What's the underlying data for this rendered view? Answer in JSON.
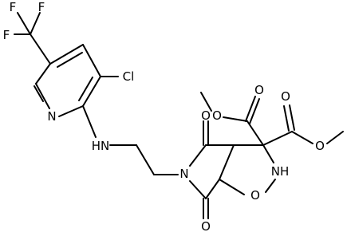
{
  "molecule": {
    "atoms": {
      "F1": "F",
      "F2": "F",
      "F3": "F",
      "N_pyridine": "N",
      "Cl": "Cl",
      "HN_amine": "HN",
      "N_imide": "N",
      "O_ester1_carbonyl": "O",
      "O_ester1_ether": "O",
      "O_ester2_carbonyl": "O",
      "O_ester2_ether": "O",
      "O_top_carbonyl": "O",
      "O_bottom_carbonyl": "O",
      "NH_isoxazolidine": "NH",
      "O_isoxazolidine": "O"
    },
    "colors": {
      "bond": "#000000",
      "label": "#000000",
      "background": "#ffffff"
    }
  }
}
